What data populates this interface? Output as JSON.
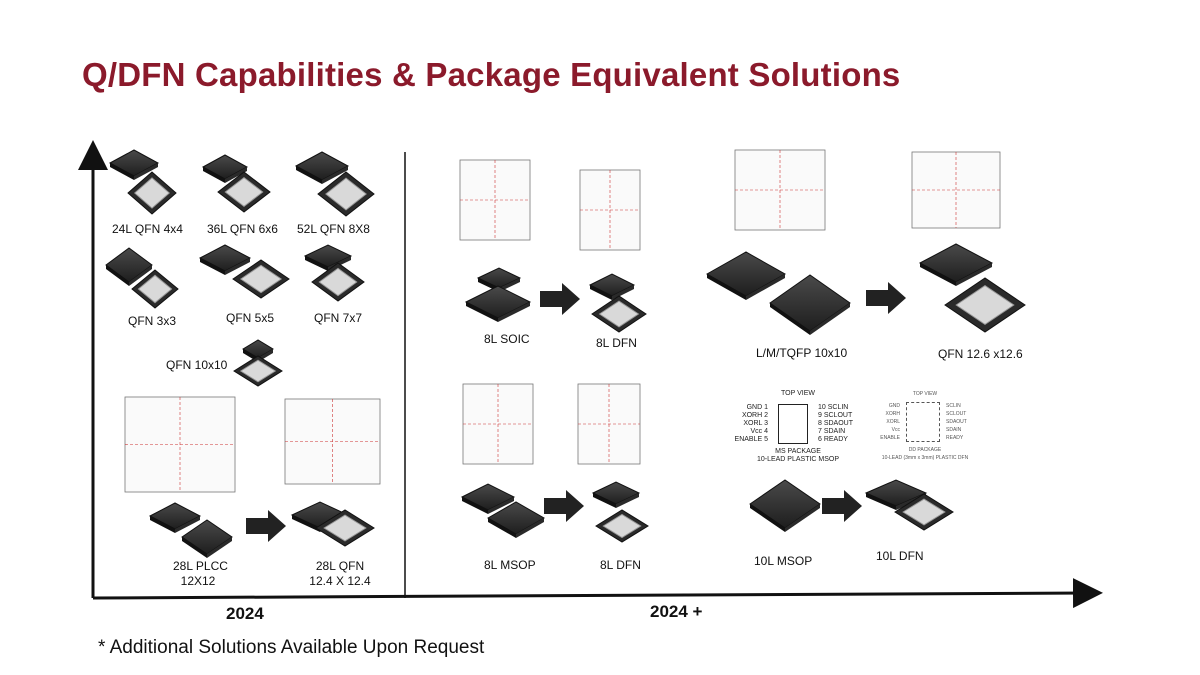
{
  "title": "Q/DFN Capabilities & Package Equivalent Solutions",
  "axis": {
    "left_label": "2024",
    "right_label": "2024 +"
  },
  "footnote": "* Additional Solutions Available Upon Request",
  "packages_2024": {
    "qfn_4x4": "24L QFN 4x4",
    "qfn_6x6": "36L QFN 6x6",
    "qfn_8x8": "52L QFN 8X8",
    "qfn_3x3": "QFN 3x3",
    "qfn_5x5": "QFN 5x5",
    "qfn_7x7": "QFN 7x7",
    "qfn_10x10": "QFN 10x10",
    "plcc_line1": "28L PLCC",
    "plcc_line2": "12X12",
    "qfn28_line1": "28L QFN",
    "qfn28_line2": "12.4 X 12.4"
  },
  "packages_2024_plus": {
    "soic": "8L SOIC",
    "dfn_a": "8L DFN",
    "tqfp": "L/M/TQFP 10x10",
    "qfn_126": "QFN 12.6 x12.6",
    "msop8": "8L MSOP",
    "dfn_b": "8L DFN",
    "msop10": "10L MSOP",
    "dfn10": "10L DFN"
  },
  "msop_pinout": {
    "header": "TOP VIEW",
    "left_pins": [
      "GND 1",
      "XORH 2",
      "XORL 3",
      "Vcc 4",
      "ENABLE 5"
    ],
    "right_pins": [
      "10 SCLIN",
      "9 SCLOUT",
      "8 SDAOUT",
      "7 SDAIN",
      "6 READY"
    ],
    "caption1": "MS PACKAGE",
    "caption2": "10-LEAD PLASTIC MSOP"
  },
  "dfn_pinout": {
    "header": "TOP VIEW",
    "left_pins": [
      "GND",
      "XORH",
      "XORL",
      "Vcc",
      "ENABLE"
    ],
    "right_pins": [
      "SCLIN",
      "SCLOUT",
      "SDAOUT",
      "SDAIN",
      "READY"
    ],
    "caption1": "DD PACKAGE",
    "caption2": "10-LEAD (3mm x 3mm) PLASTIC DFN"
  },
  "colors": {
    "title": "#8b1a2b",
    "axis": "#111111",
    "chip": "#2b2b2b",
    "arrow": "#222222"
  }
}
